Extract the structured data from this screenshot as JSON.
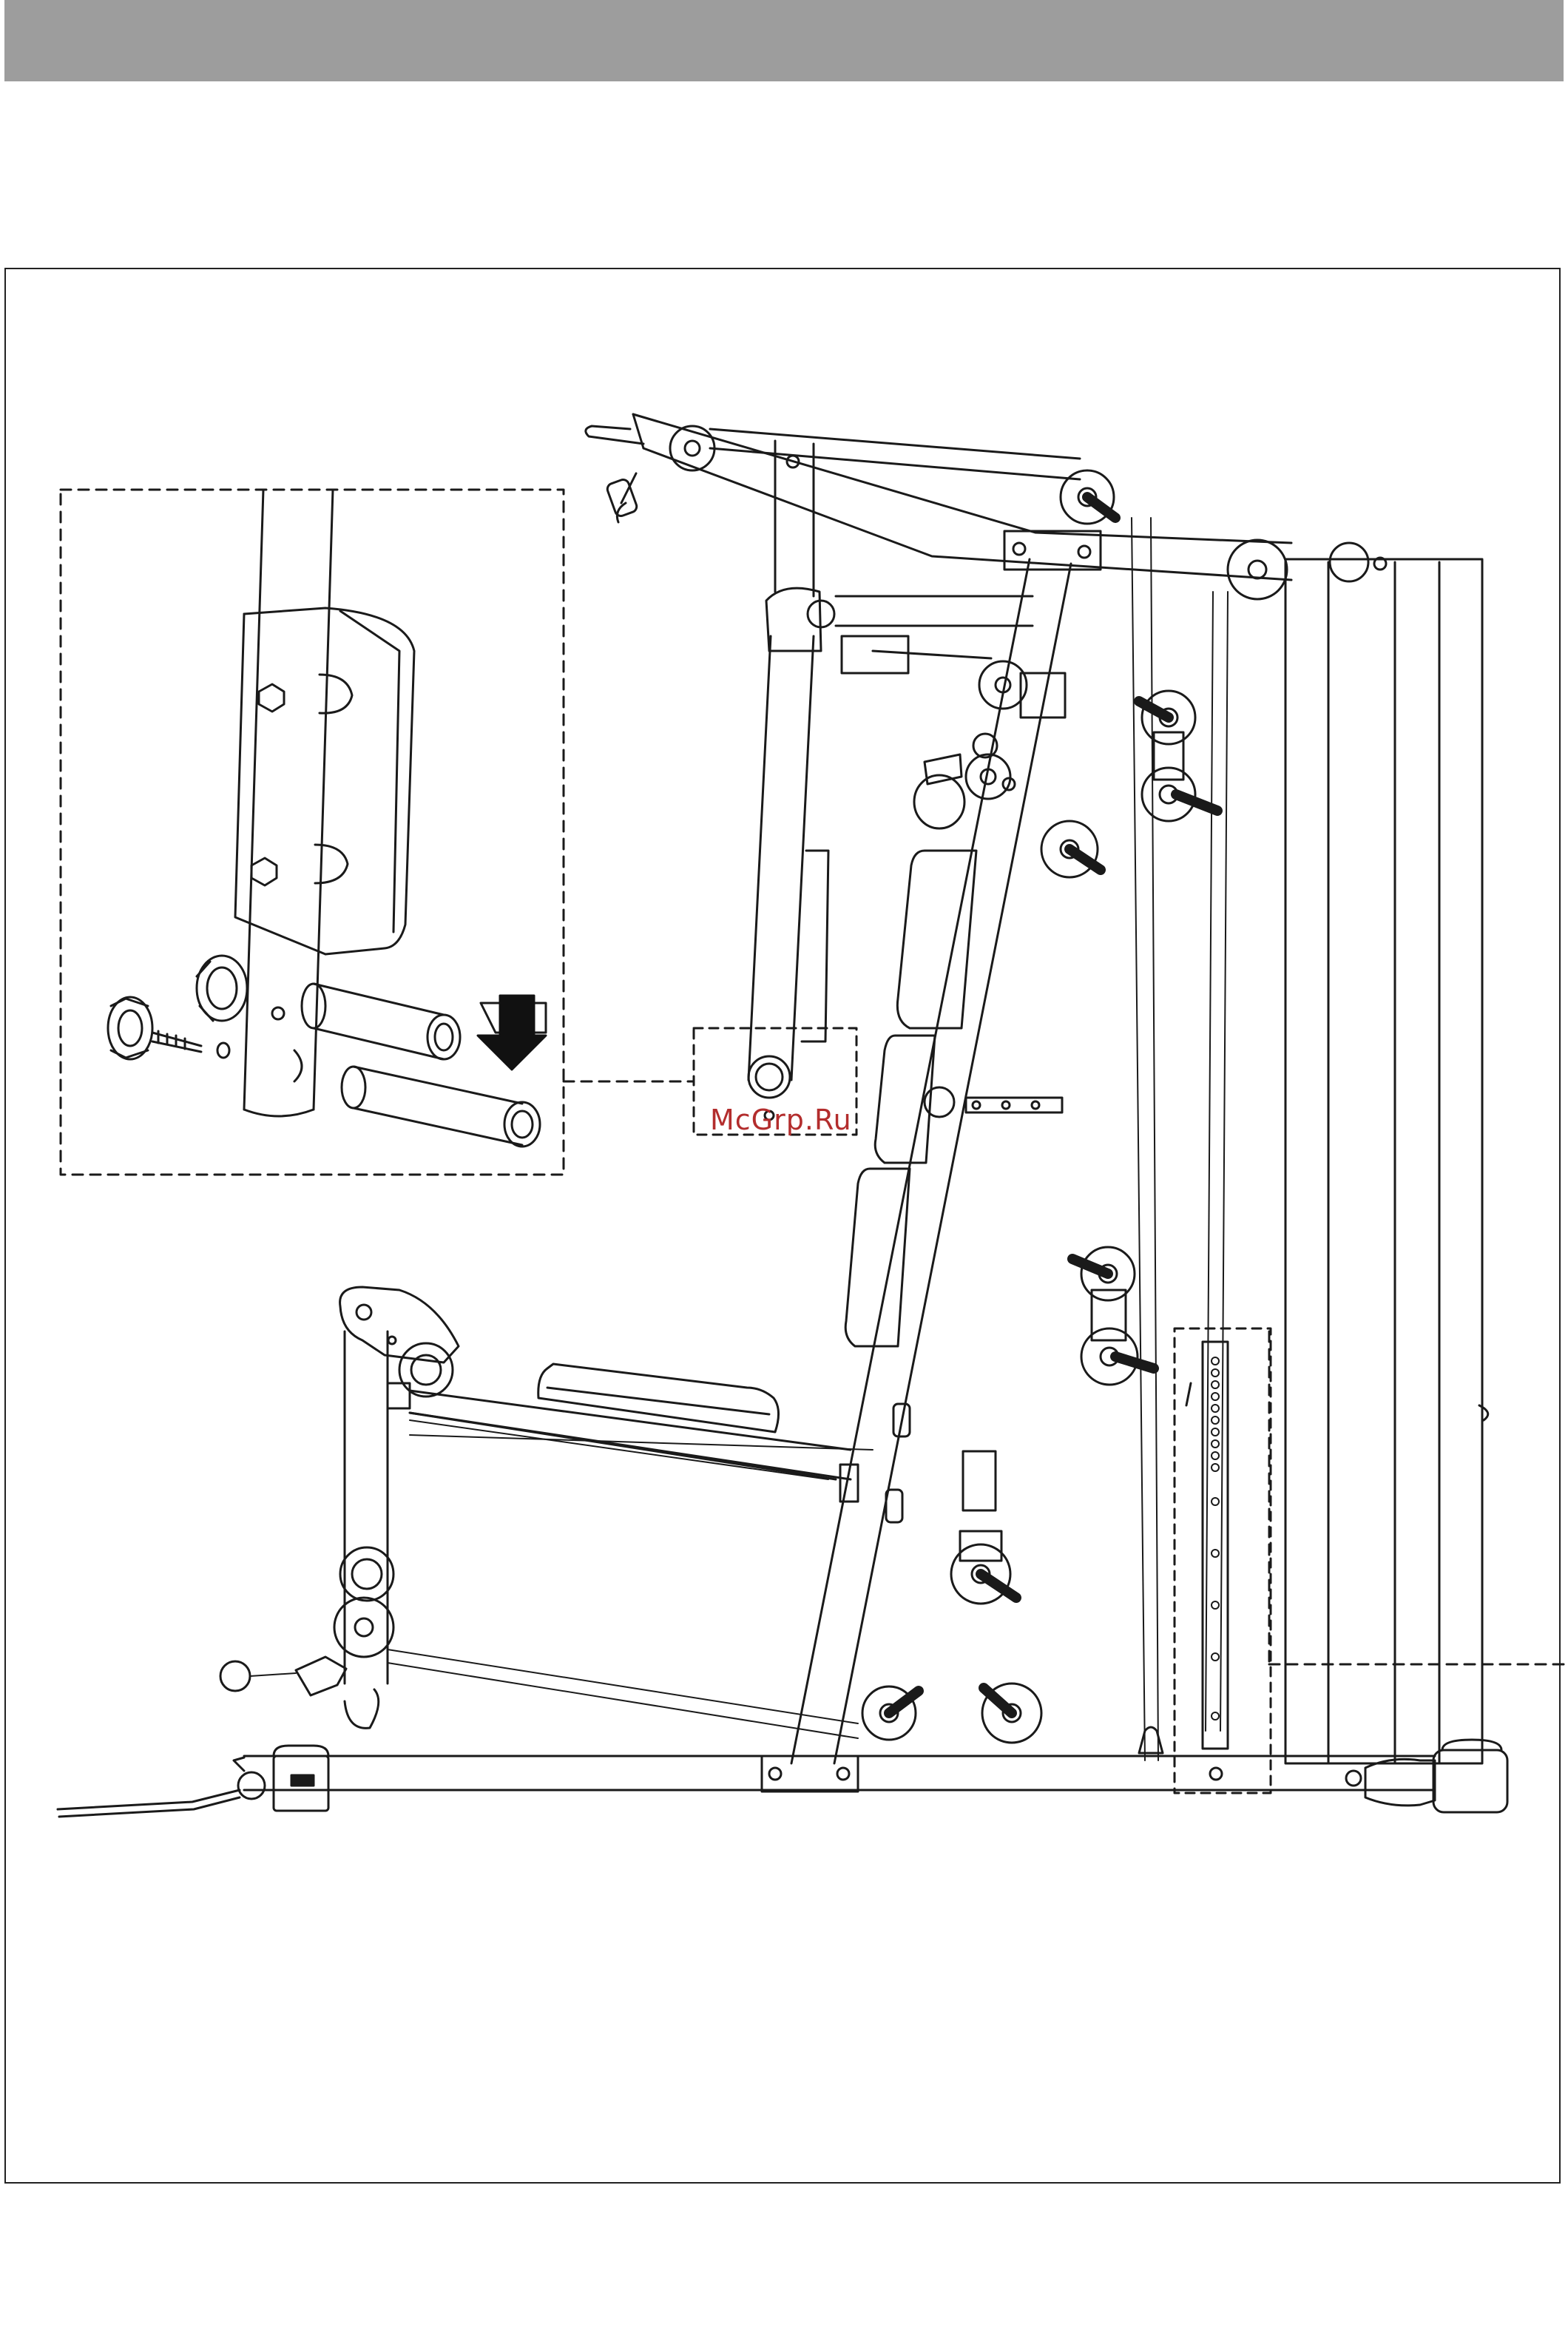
{
  "page": {
    "header_bar_color": "#9d9d9d",
    "watermark": "McGrp.Ru",
    "watermark_color": "#b32d2d",
    "line_color": "#1a1a1a"
  },
  "diagram": {
    "subject": "home-gym-assembly",
    "detail_inset": "press-arm-pivot-detail",
    "arrow": "insertion-direction-arrow"
  }
}
